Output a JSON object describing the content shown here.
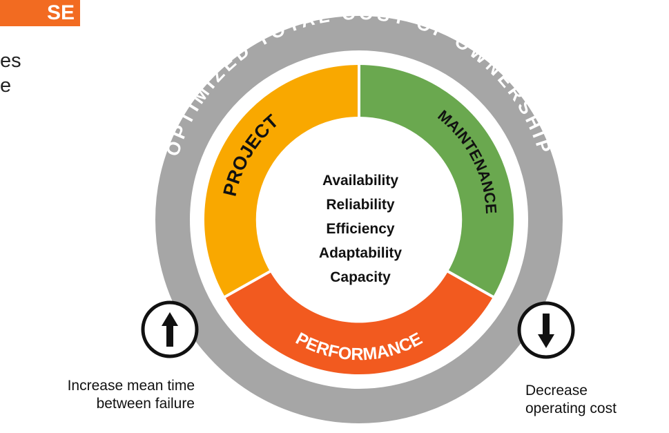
{
  "header": {
    "tag_text": "SE"
  },
  "side_text": {
    "line1": "es",
    "line2": "e"
  },
  "ring": {
    "outer_text": "OPTIMIZED TOTAL COST OF OWNERSHIP",
    "outer_color": "#A6A6A6",
    "segments": [
      {
        "label": "PROJECT",
        "color": "#F9A800"
      },
      {
        "label": "MAINTENANCE",
        "color": "#6AA84F"
      },
      {
        "label": "PERFORMANCE",
        "color": "#F25A1F"
      }
    ]
  },
  "center": {
    "items": [
      "Availability",
      "Reliability",
      "Efficiency",
      "Adaptability",
      "Capacity"
    ]
  },
  "indicators": {
    "left_icon": "arrow-up-icon",
    "right_icon": "arrow-down-icon"
  },
  "captions": {
    "left_line1": "Increase mean time",
    "left_line2": "between failure",
    "right_line1": "Decrease",
    "right_line2": "operating cost"
  },
  "colors": {
    "accent": "#F26B21"
  }
}
